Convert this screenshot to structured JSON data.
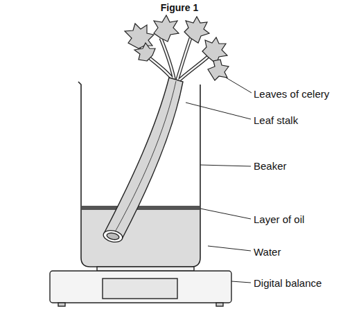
{
  "diagram": {
    "title": "Figure 1",
    "labels": [
      "Leaves of celery",
      "Leaf stalk",
      "Beaker",
      "Layer of oil",
      "Water",
      "Digital balance"
    ]
  }
}
